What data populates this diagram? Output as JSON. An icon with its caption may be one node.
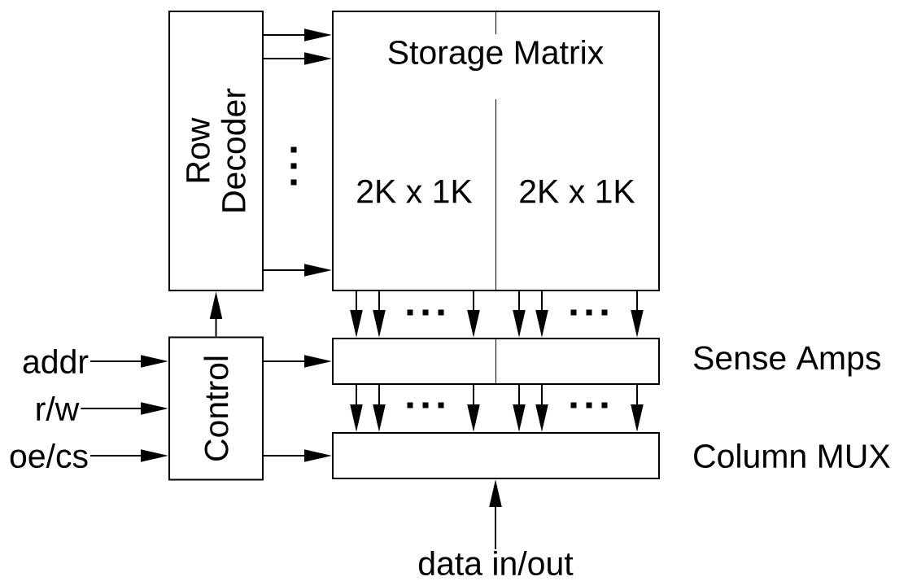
{
  "diagram": {
    "nodes": [
      {
        "text": [
          "Row Decoder"
        ]
      },
      {
        "text": [
          "Storage Matrix",
          "2K x 1K",
          "2K x 1K"
        ]
      },
      {
        "text": [
          "Control"
        ]
      },
      {
        "text": [],
        "shape": "box",
        "beside": [
          "Sense Amps"
        ]
      },
      {
        "text": [],
        "shape": "box",
        "beside": [
          "Column MUX"
        ]
      },
      {
        "text": [
          "addr"
        ]
      },
      {
        "text": [
          "r/w"
        ]
      },
      {
        "text": [
          "oe/cs"
        ]
      },
      {
        "text": [
          "data in/out"
        ]
      }
    ],
    "edges": [
      {
        "from": 0,
        "to": 1,
        "arrow": "to"
      },
      {
        "from": 0,
        "to": 1,
        "arrow": "to"
      },
      {
        "from": 0,
        "to": 1,
        "arrow": "to"
      },
      {
        "from": 2,
        "to": 0,
        "arrow": "to"
      },
      {
        "from": 5,
        "to": 2,
        "arrow": "to"
      },
      {
        "from": 6,
        "to": 2,
        "arrow": "to"
      },
      {
        "from": 7,
        "to": 2,
        "arrow": "to"
      },
      {
        "from": 2,
        "to": 3,
        "arrow": "to"
      },
      {
        "from": 2,
        "to": 4,
        "arrow": "to"
      },
      {
        "from": 1,
        "to": 3,
        "arrow": "to"
      },
      {
        "from": 1,
        "to": 3,
        "arrow": "to"
      },
      {
        "from": 1,
        "to": 3,
        "arrow": "to"
      },
      {
        "from": 1,
        "to": 3,
        "arrow": "to"
      },
      {
        "from": 1,
        "to": 3,
        "arrow": "to"
      },
      {
        "from": 1,
        "to": 3,
        "arrow": "to"
      },
      {
        "from": 3,
        "to": 4,
        "arrow": "to"
      },
      {
        "from": 3,
        "to": 4,
        "arrow": "to"
      },
      {
        "from": 3,
        "to": 4,
        "arrow": "to"
      },
      {
        "from": 3,
        "to": 4,
        "arrow": "to"
      },
      {
        "from": 3,
        "to": 4,
        "arrow": "to"
      },
      {
        "from": 3,
        "to": 4,
        "arrow": "to"
      },
      {
        "from": 8,
        "to": 4,
        "arrow": "to"
      }
    ]
  }
}
